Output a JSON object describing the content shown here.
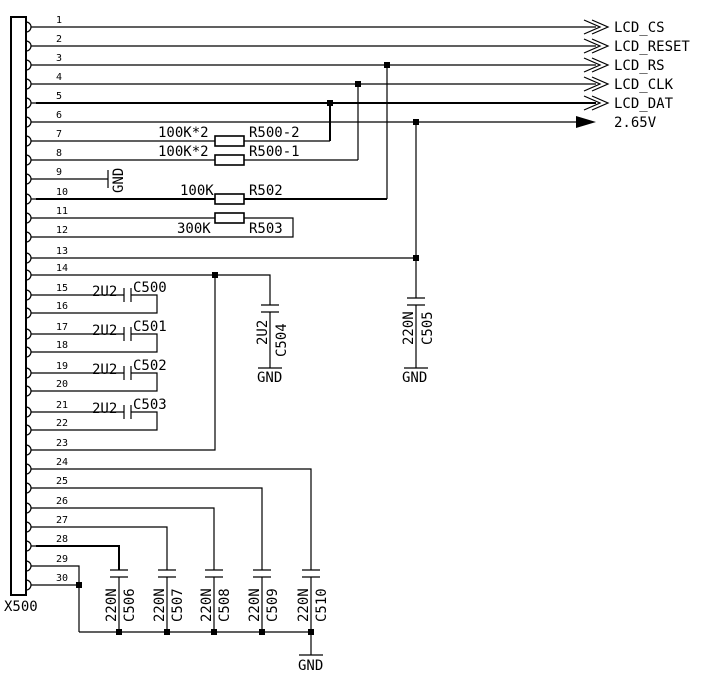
{
  "connector": {
    "ref": "X500",
    "pins": [
      "1",
      "2",
      "3",
      "4",
      "5",
      "6",
      "7",
      "8",
      "9",
      "10",
      "11",
      "12",
      "13",
      "14",
      "15",
      "16",
      "17",
      "18",
      "19",
      "20",
      "21",
      "22",
      "23",
      "24",
      "25",
      "26",
      "27",
      "28",
      "29",
      "30"
    ]
  },
  "signals": {
    "lcd_cs": "LCD_CS",
    "lcd_reset": "LCD_RESET",
    "lcd_rs": "LCD_RS",
    "lcd_clk": "LCD_CLK",
    "lcd_dat": "LCD_DAT",
    "supply": "2.65V"
  },
  "resistors": {
    "r500_2": {
      "value": "100K*2",
      "ref": "R500-2"
    },
    "r500_1": {
      "value": "100K*2",
      "ref": "R500-1"
    },
    "r502": {
      "value": "100K",
      "ref": "R502"
    },
    "r503": {
      "value": "300K",
      "ref": "R503"
    }
  },
  "capacitors": {
    "c500": {
      "value": "2U2",
      "ref": "C500"
    },
    "c501": {
      "value": "2U2",
      "ref": "C501"
    },
    "c502": {
      "value": "2U2",
      "ref": "C502"
    },
    "c503": {
      "value": "2U2",
      "ref": "C503"
    },
    "c504": {
      "value": "2U2",
      "ref": "C504"
    },
    "c505": {
      "value": "220N",
      "ref": "C505"
    },
    "c506": {
      "value": "220N",
      "ref": "C506"
    },
    "c507": {
      "value": "220N",
      "ref": "C507"
    },
    "c508": {
      "value": "220N",
      "ref": "C508"
    },
    "c509": {
      "value": "220N",
      "ref": "C509"
    },
    "c510": {
      "value": "220N",
      "ref": "C510"
    }
  },
  "ground": {
    "pin9": "GND",
    "c504": "GND",
    "c505": "GND",
    "bottom": "GND"
  }
}
